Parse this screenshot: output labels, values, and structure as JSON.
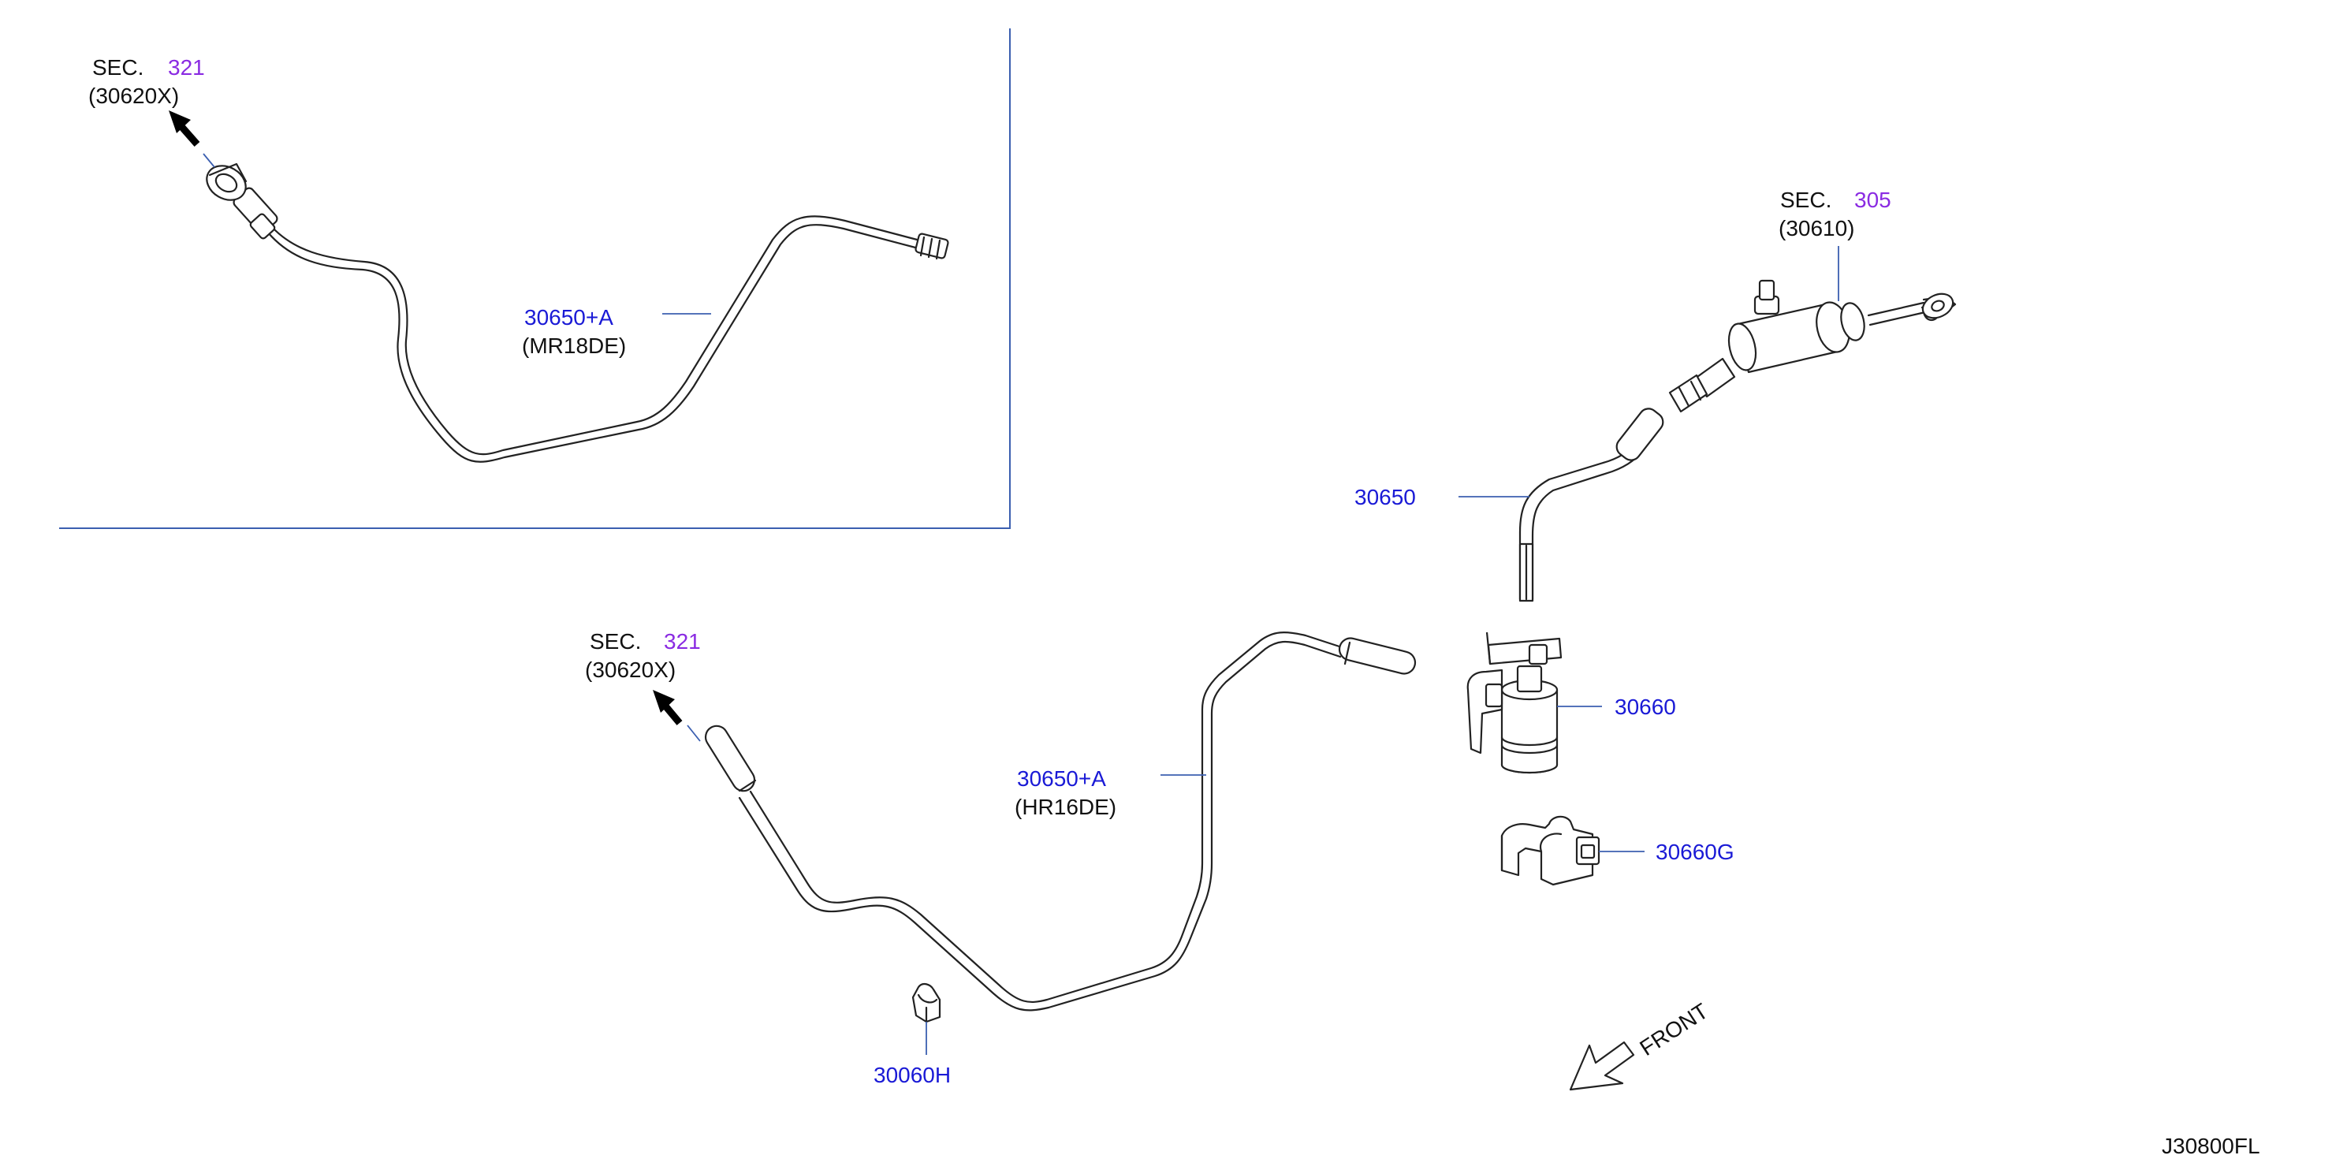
{
  "colors": {
    "part_number": "#1a1ad6",
    "section_number": "#8a2be2",
    "text": "#111111",
    "leader": "#3b5fb0"
  },
  "callouts": {
    "top_sec_prefix": "SEC.",
    "top_sec_number": "321",
    "top_sec_part": "(30620X)",
    "top_pipe_part": "30650+A",
    "top_pipe_engine": "(MR18DE)",
    "master_sec_prefix": "SEC.",
    "master_sec_number": "305",
    "master_sec_part": "(30610)",
    "hose_part": "30650",
    "damper_part": "30660",
    "bracket_part": "30660G",
    "mid_sec_prefix": "SEC.",
    "mid_sec_number": "321",
    "mid_sec_part": "(30620X)",
    "main_pipe_part": "30650+A",
    "main_pipe_engine": "(HR16DE)",
    "clip_part": "30060H",
    "front_label": "FRONT",
    "diagram_code": "J30800FL"
  }
}
